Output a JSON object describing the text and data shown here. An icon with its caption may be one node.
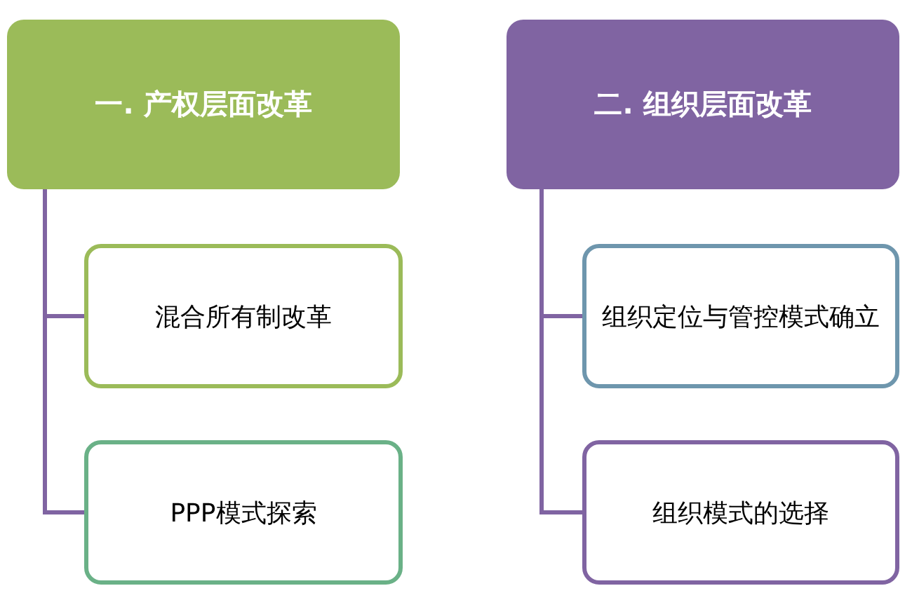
{
  "diagram": {
    "nodes": [
      {
        "text": [
          "一. 产权层面改革"
        ]
      },
      {
        "text": [
          "混合所有制改革"
        ]
      },
      {
        "text": [
          "PPP模式探索"
        ]
      },
      {
        "text": [
          "二. 组织层面改革"
        ]
      },
      {
        "text": [
          "组织定位与管控模式确立"
        ]
      },
      {
        "text": [
          "组织模式的选择"
        ]
      }
    ],
    "edges": [
      {
        "from": 0,
        "to": 1,
        "arrow": "none"
      },
      {
        "from": 0,
        "to": 2,
        "arrow": "none"
      },
      {
        "from": 3,
        "to": 4,
        "arrow": "none"
      },
      {
        "from": 3,
        "to": 5,
        "arrow": "none"
      }
    ]
  }
}
